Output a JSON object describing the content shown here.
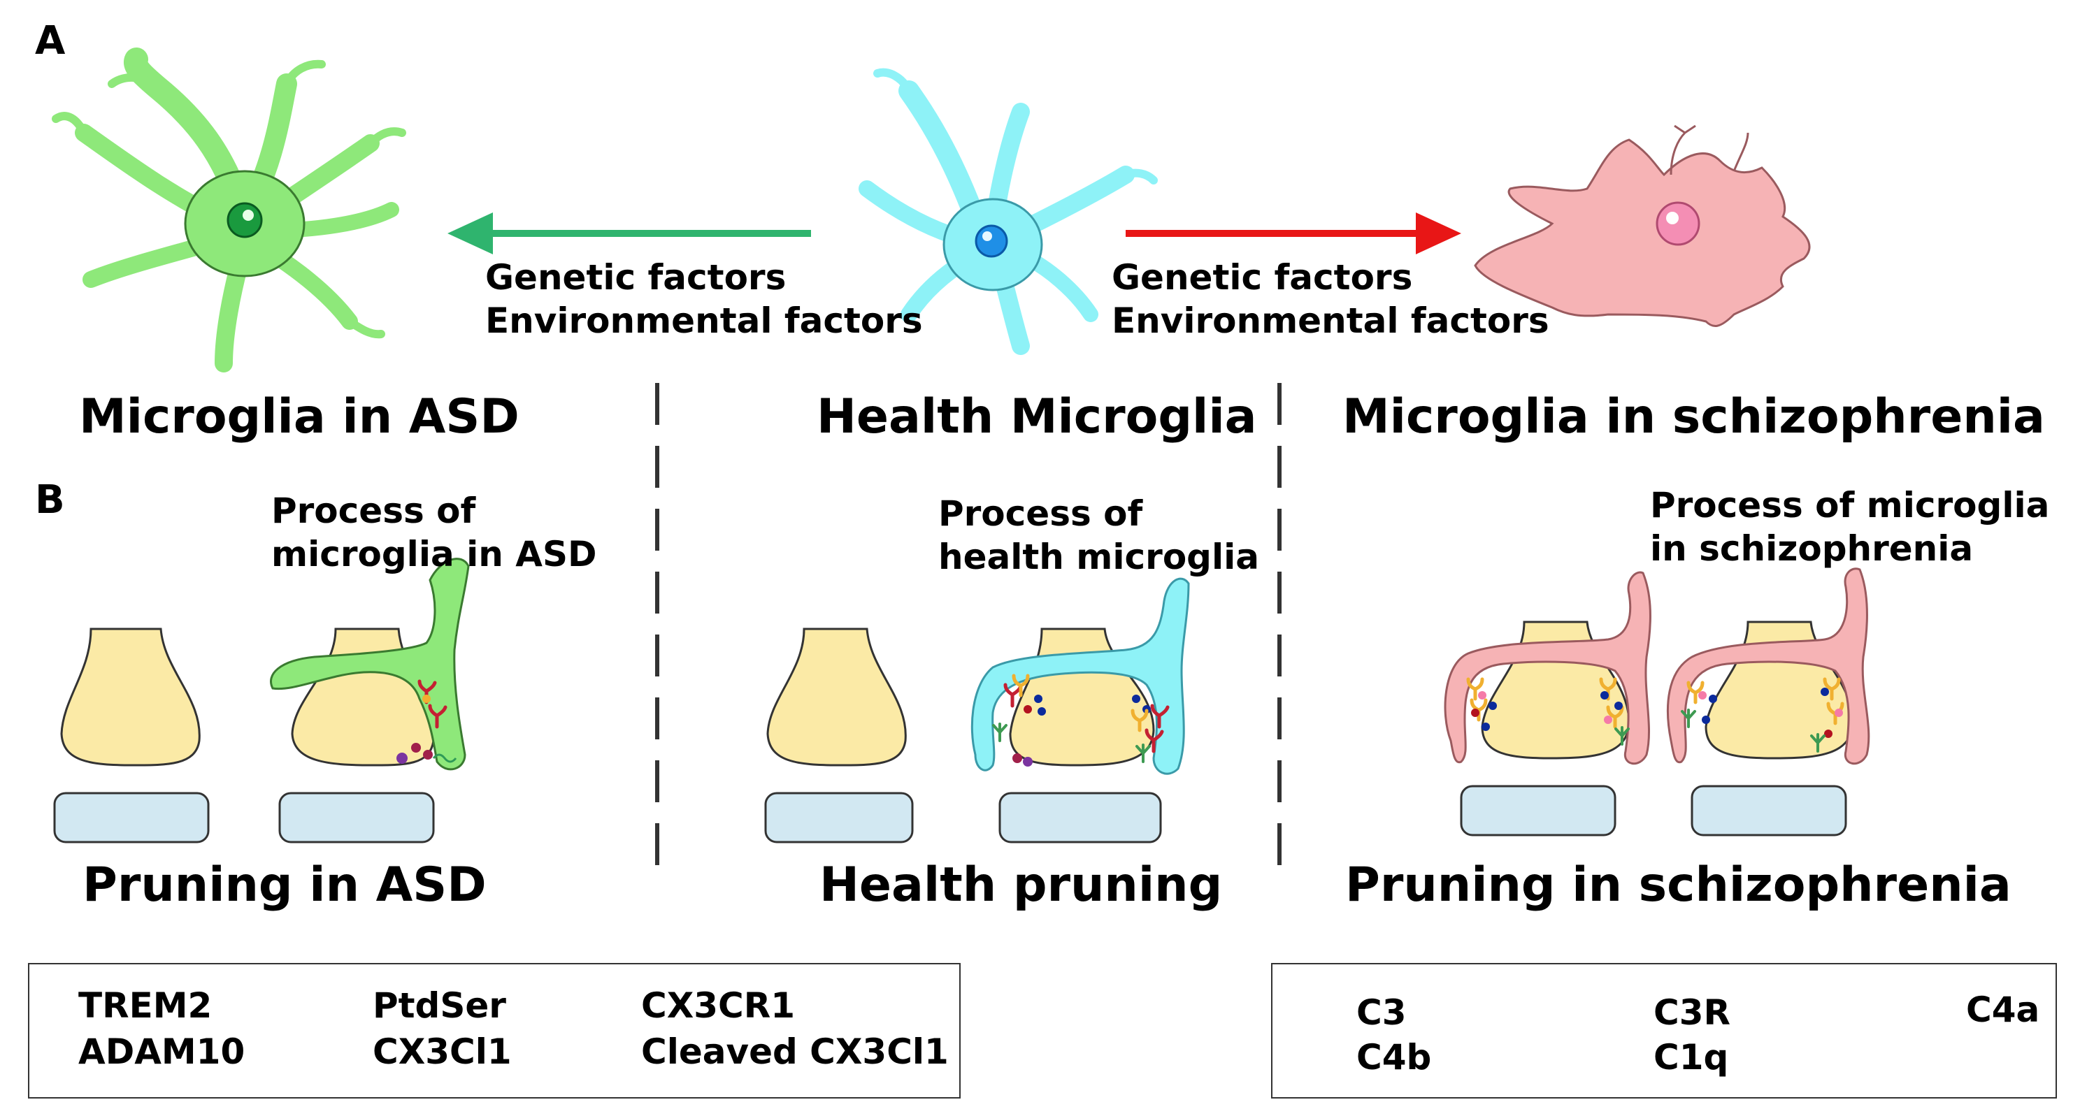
{
  "panels": {
    "a": "A",
    "b": "B"
  },
  "row_a": {
    "left_title": "Microglia in ASD",
    "center_title": "Health Microglia",
    "right_title": "Microglia in schizophrenia",
    "left_factors": [
      "Genetic factors",
      "Environmental factors"
    ],
    "right_factors": [
      "Genetic factors",
      "Environmental factors"
    ]
  },
  "row_b": {
    "left_process": [
      "Process of",
      "microglia in ASD"
    ],
    "center_process": [
      "Process of",
      "health microglia"
    ],
    "right_process": [
      "Process of microglia",
      "in schizophrenia"
    ],
    "left_title": "Pruning in ASD",
    "center_title": "Health pruning",
    "right_title": "Pruning in schizophrenia"
  },
  "legend_left": {
    "items": [
      "TREM2",
      "ADAM10",
      "PtdSer",
      "CX3Cl1",
      "CX3CR1",
      "Cleaved CX3Cl1"
    ]
  },
  "legend_right": {
    "items": [
      "C3",
      "C4b",
      "C3R",
      "C1q",
      "C4a"
    ]
  },
  "colors": {
    "asd_microglia": "#8ee87a",
    "health_microglia": "#8ef2f7",
    "schizo_microglia": "#f6b3b5",
    "green_arrow": "#2fb46e",
    "red_arrow": "#e81616",
    "synapse": "#fbeaa6",
    "postsynapse": "#d2e8f2",
    "trem2": "#c42032",
    "adam10": "#a0204a",
    "ptdser": "#9b3fa4",
    "cx3cl1": "#7a2e92",
    "cx3cr1": "#2f9a57",
    "cleaved_cx3cl1": "#7b34a0",
    "c3": "#b3121f",
    "c4b": "#f57aa8",
    "c3r": "#f0b030",
    "c1q": "#3e9a52",
    "c4a": "#0b2a9c"
  }
}
